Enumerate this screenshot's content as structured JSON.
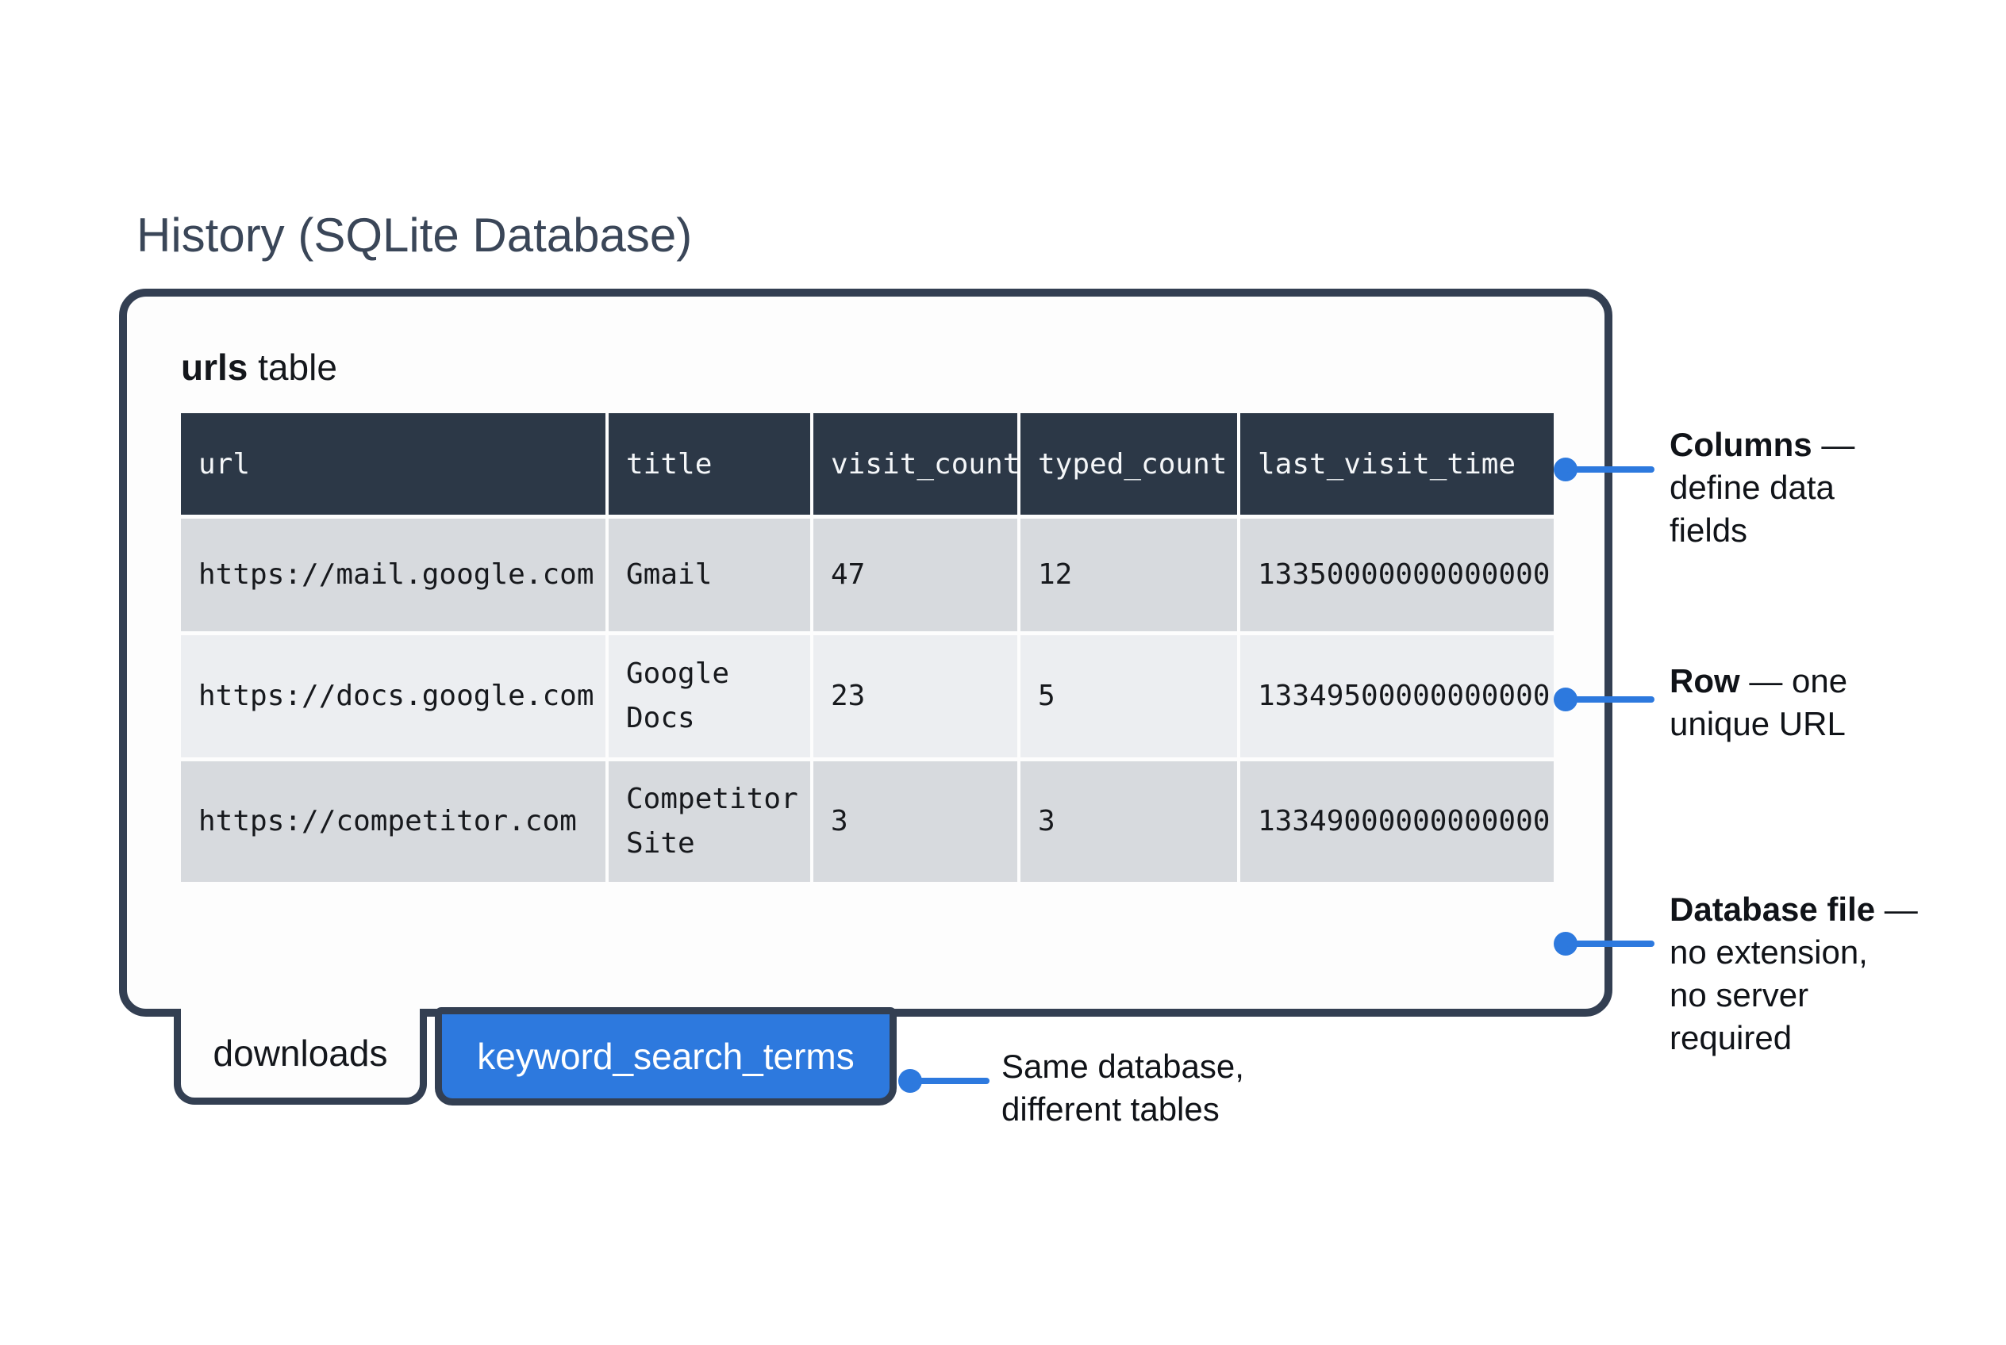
{
  "page": {
    "title": "History (SQLite Database)"
  },
  "panel": {
    "table_label_bold": "urls",
    "table_label_rest": " table",
    "table": {
      "columns": [
        "url",
        "title",
        "visit_count",
        "typed_count",
        "last_visit_time"
      ],
      "rows": [
        [
          "https://mail.google.com",
          "Gmail",
          "47",
          "12",
          "13350000000000000"
        ],
        [
          "https://docs.google.com",
          "Google Docs",
          "23",
          "5",
          "13349500000000000"
        ],
        [
          "https://competitor.com",
          "Competitor Site",
          "3",
          "3",
          "13349000000000000"
        ]
      ]
    },
    "tabs": [
      {
        "label": "downloads",
        "active": false
      },
      {
        "label": "keyword_search_terms",
        "active": true
      }
    ]
  },
  "annotations": {
    "columns": {
      "line1_bold": "Columns",
      "line1_rest": " —",
      "line2": "define data",
      "line3": "fields"
    },
    "row": {
      "line1_bold": "Row",
      "line1_rest": " — one",
      "line2": "unique URL"
    },
    "database_file": {
      "line1_bold": "Database file",
      "line1_rest": " —",
      "line2": "no extension,",
      "line3": "no server",
      "line4": "required"
    },
    "same_database": {
      "line1_bold": "",
      "line1_rest": "Same database,",
      "line2": "different tables"
    }
  },
  "colors": {
    "accent_blue": "#2d79de",
    "dark_slate": "#333f52",
    "header_bg": "#2c3847",
    "row_gray": "#d7dade",
    "row_light": "#eceef1"
  }
}
